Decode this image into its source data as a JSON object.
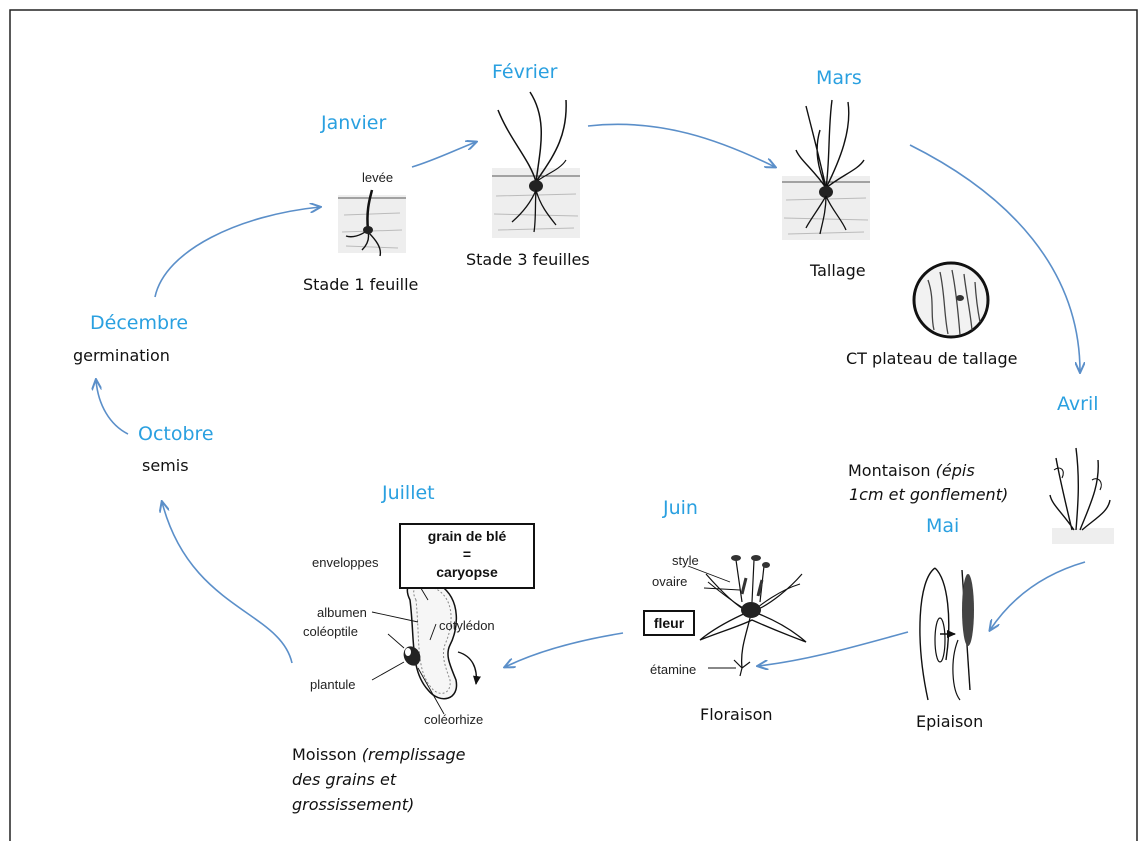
{
  "months": {
    "janvier": "Janvier",
    "fevrier": "Février",
    "mars": "Mars",
    "avril": "Avril",
    "mai": "Mai",
    "juin": "Juin",
    "juillet": "Juillet",
    "octobre": "Octobre",
    "decembre": "Décembre"
  },
  "stages": {
    "levee": "levée",
    "stade1": "Stade 1 feuille",
    "stade3": "Stade 3 feuilles",
    "tallage": "Tallage",
    "ct": "CT plateau de tallage",
    "montaison": "Montaison",
    "montaison_detail_1": "(épis",
    "montaison_detail_2": "1cm et gonflement)",
    "epiaison": "Epiaison",
    "floraison": "Floraison",
    "moisson": "Moisson",
    "moisson_detail_1": "(remplissage",
    "moisson_detail_2": "des grains et",
    "moisson_detail_3": "grossissement)",
    "germination": "germination",
    "semis": "semis"
  },
  "flower": {
    "title": "fleur",
    "style": "style",
    "ovaire": "ovaire",
    "etamine": "étamine"
  },
  "grain": {
    "title_1": "grain de blé",
    "title_2": "=",
    "title_3": "caryopse",
    "enveloppes": "enveloppes",
    "albumen": "albumen",
    "coleoptile": "coléoptile",
    "plantule": "plantule",
    "cotyledon": "cotylédon",
    "coleorhize": "coléorhize"
  },
  "colors": {
    "month": "#2aa0e0",
    "arrow": "#5b8fc9",
    "text": "#111111"
  }
}
